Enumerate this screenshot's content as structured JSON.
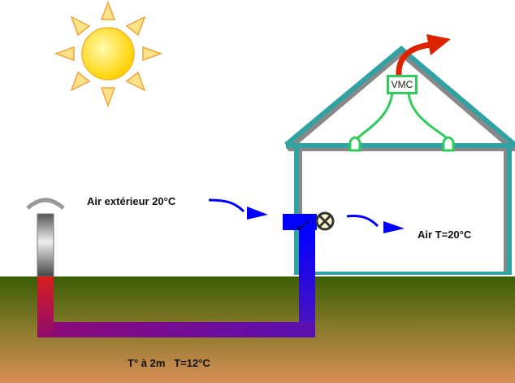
{
  "labels": {
    "outside_air": "Air extérieur 20°C",
    "inside_air": "Air T=20°C",
    "ground_temp": "T° à 2m   T=12°C",
    "vmc": "VMC"
  },
  "colors": {
    "house": "#2fa3a3",
    "duct": "#2ecc5a",
    "cold_air": "#0000ff",
    "exhaust": "#dd2200",
    "sun": "#ffdd00"
  }
}
